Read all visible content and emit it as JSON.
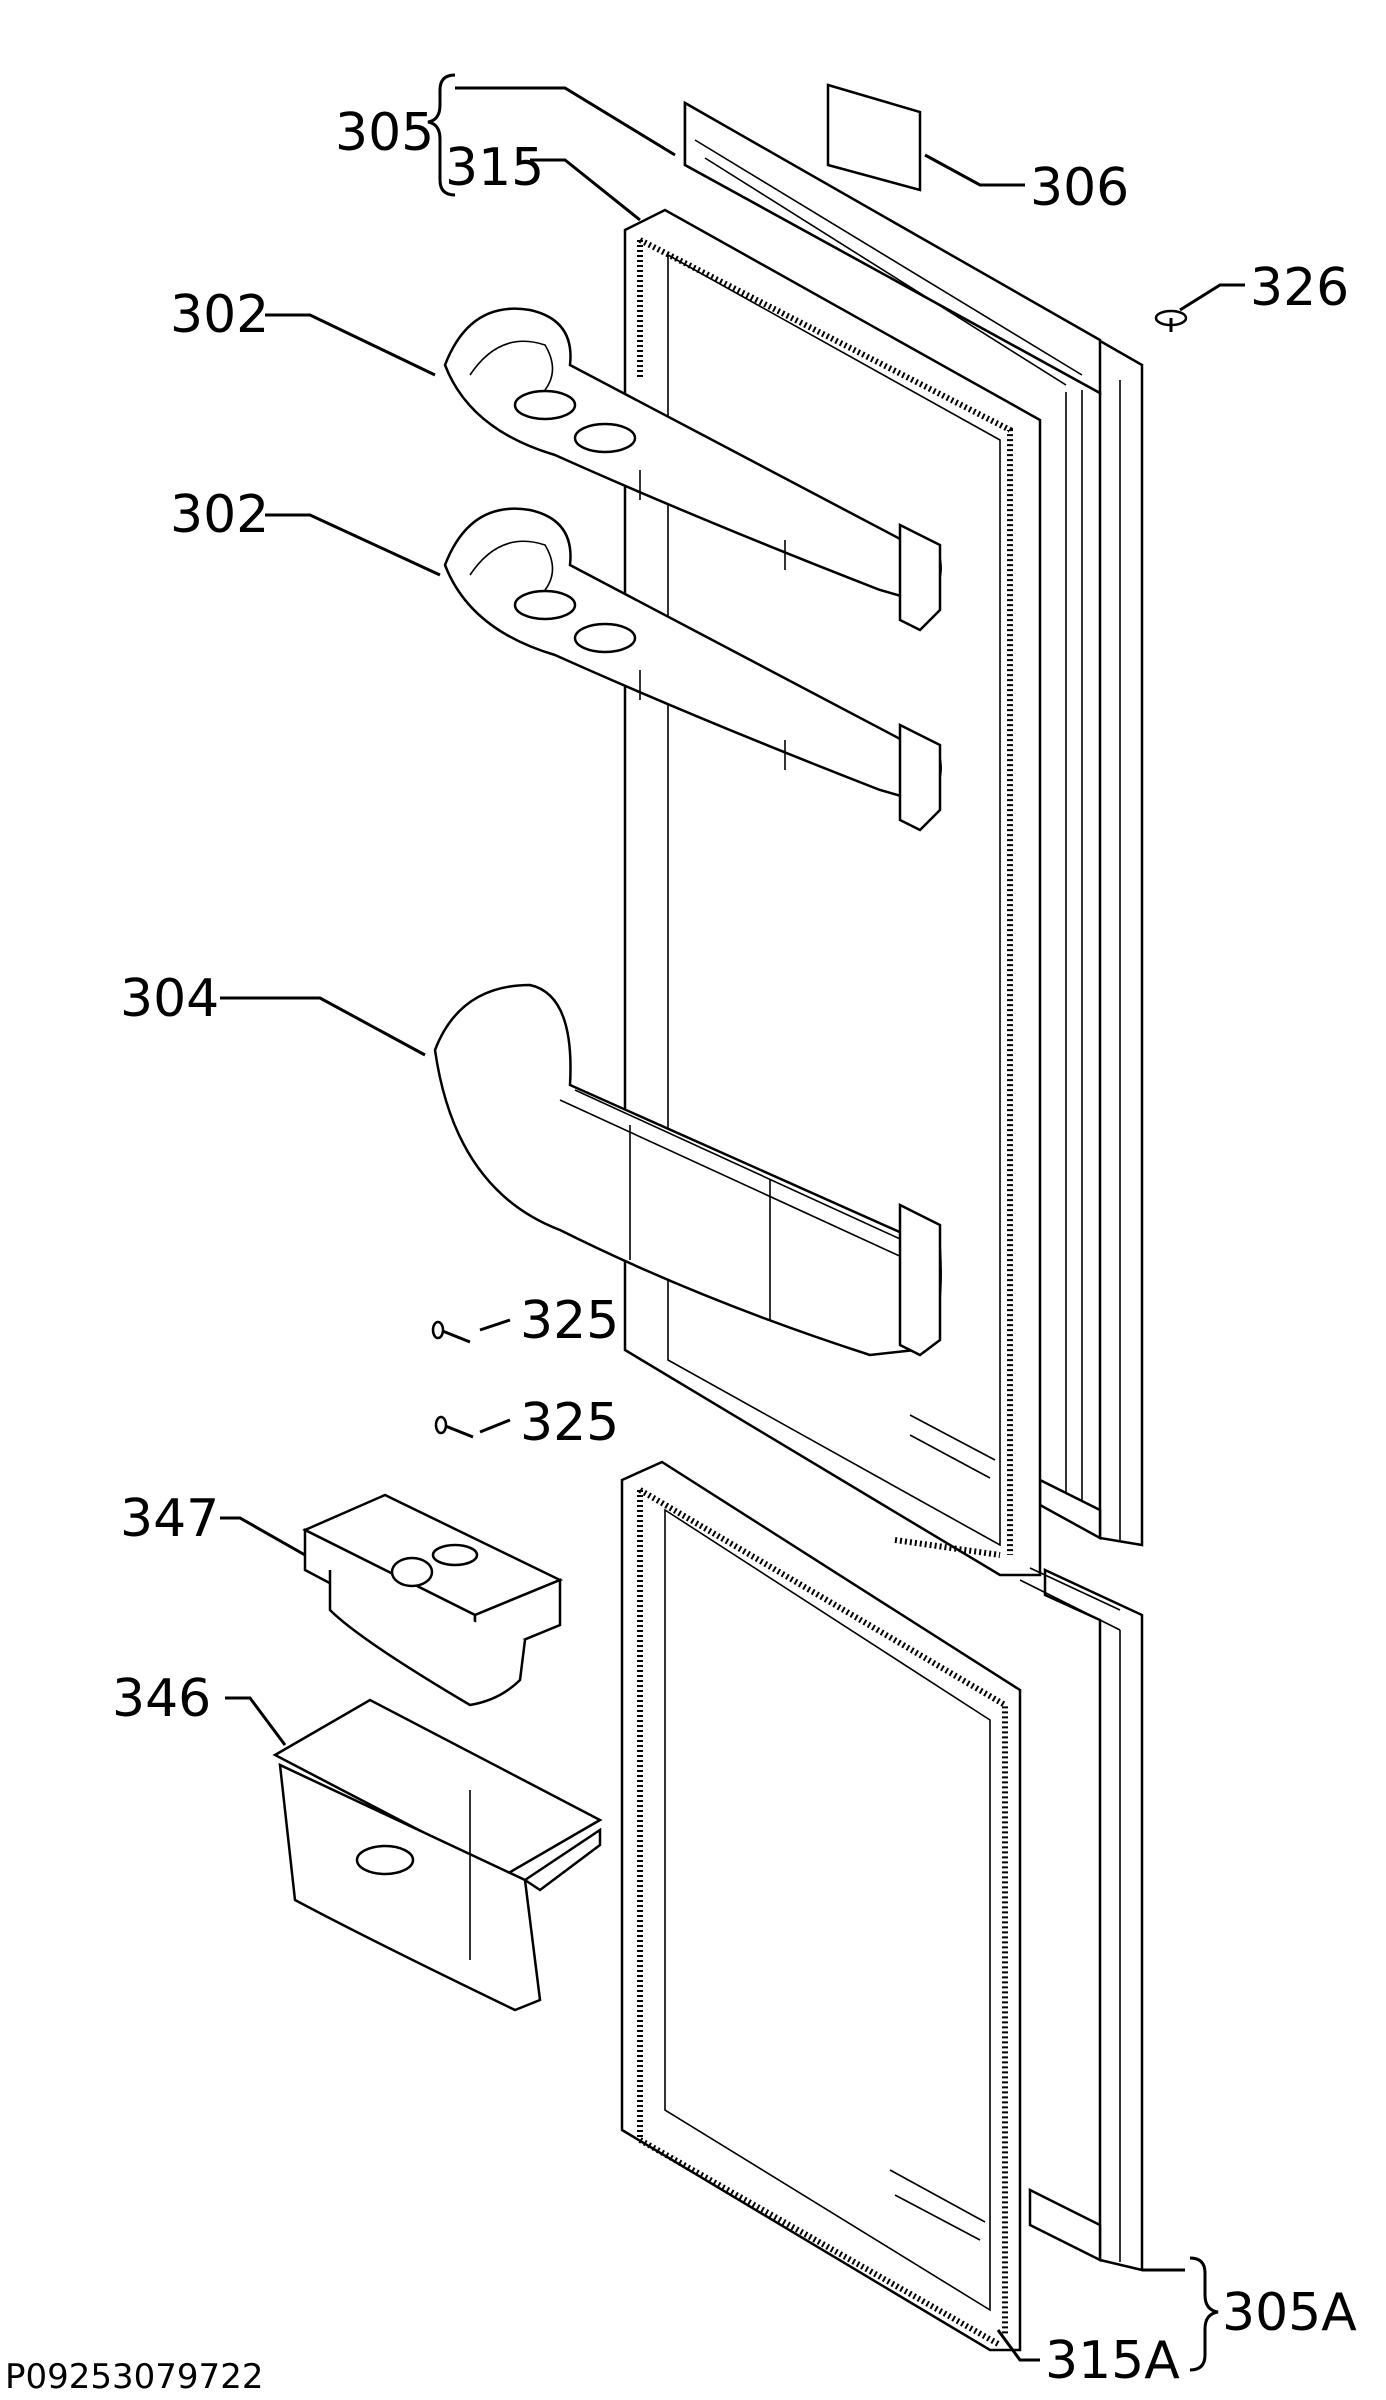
{
  "labels": {
    "l305": "305",
    "l315": "315",
    "l306": "306",
    "l326": "326",
    "l302a": "302",
    "l302b": "302",
    "l304": "304",
    "l325a": "325",
    "l325b": "325",
    "l347": "347",
    "l346": "346",
    "l305A": "305A",
    "l315A": "315A"
  },
  "drawing_code": "P09253079722"
}
